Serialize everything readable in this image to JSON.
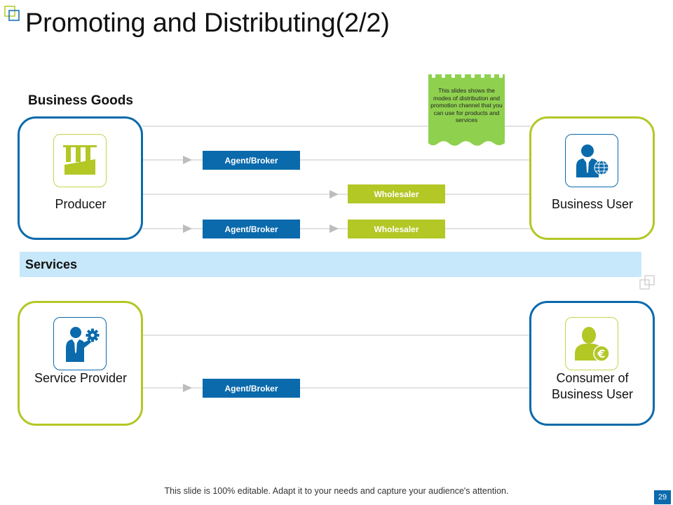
{
  "title": "Promoting and Distributing(2/2)",
  "sections": {
    "business_goods": "Business Goods",
    "services": "Services"
  },
  "nodes": {
    "producer": {
      "label": "Producer",
      "icon": "factory-icon"
    },
    "business_user": {
      "label": "Business User",
      "icon": "businessman-globe-icon"
    },
    "service_provider": {
      "label": "Service Provider",
      "icon": "businessman-gear-icon"
    },
    "consumer": {
      "label": "Consumer of Business User",
      "icon": "person-euro-icon"
    }
  },
  "channels": {
    "row1": [
      "Agent/Broker"
    ],
    "row2": [
      "Wholesaler"
    ],
    "row3": [
      "Agent/Broker",
      "Wholesaler"
    ],
    "services_row": [
      "Agent/Broker"
    ]
  },
  "note": "This slides shows the modes of distribution and promotion channel that you can use for products and services",
  "footer": "This slide is 100% editable. Adapt it to your needs and capture your audience's attention.",
  "page_number": "29",
  "colors": {
    "blue": "#0a6aac",
    "green": "#b3c725",
    "light_blue": "#c7e8fb",
    "note_green": "#8fd14f"
  }
}
